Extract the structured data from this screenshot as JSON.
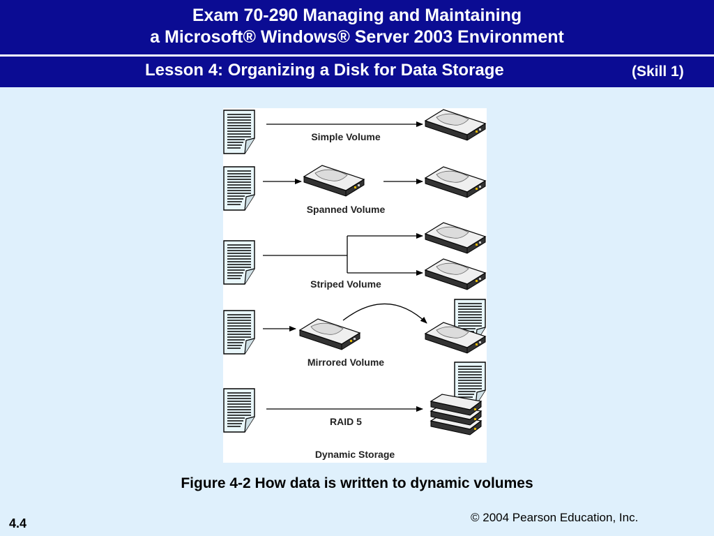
{
  "header": {
    "title_line1": "Exam 70-290  Managing and Maintaining",
    "title_line2": "a Microsoft® Windows® Server 2003 Environment",
    "lesson_title": "Lesson 4: Organizing a Disk for Data Storage",
    "skill": "(Skill 1)"
  },
  "figure": {
    "labels": {
      "simple": "Simple Volume",
      "spanned": "Spanned Volume",
      "striped": "Striped Volume",
      "mirrored": "Mirrored Volume",
      "raid5": "RAID 5",
      "dynamic": "Dynamic Storage"
    },
    "caption": "Figure 4-2 How data is written to dynamic volumes"
  },
  "footer": {
    "slide_number": "4.4",
    "copyright": "© 2004 Pearson Education, Inc."
  },
  "colors": {
    "header_bg": "#0b0c93",
    "slide_bg": "#dff0fc",
    "document_fill": "#e9f7fb",
    "disk_top": "#eeeeee",
    "disk_side": "#3a3a3a"
  }
}
